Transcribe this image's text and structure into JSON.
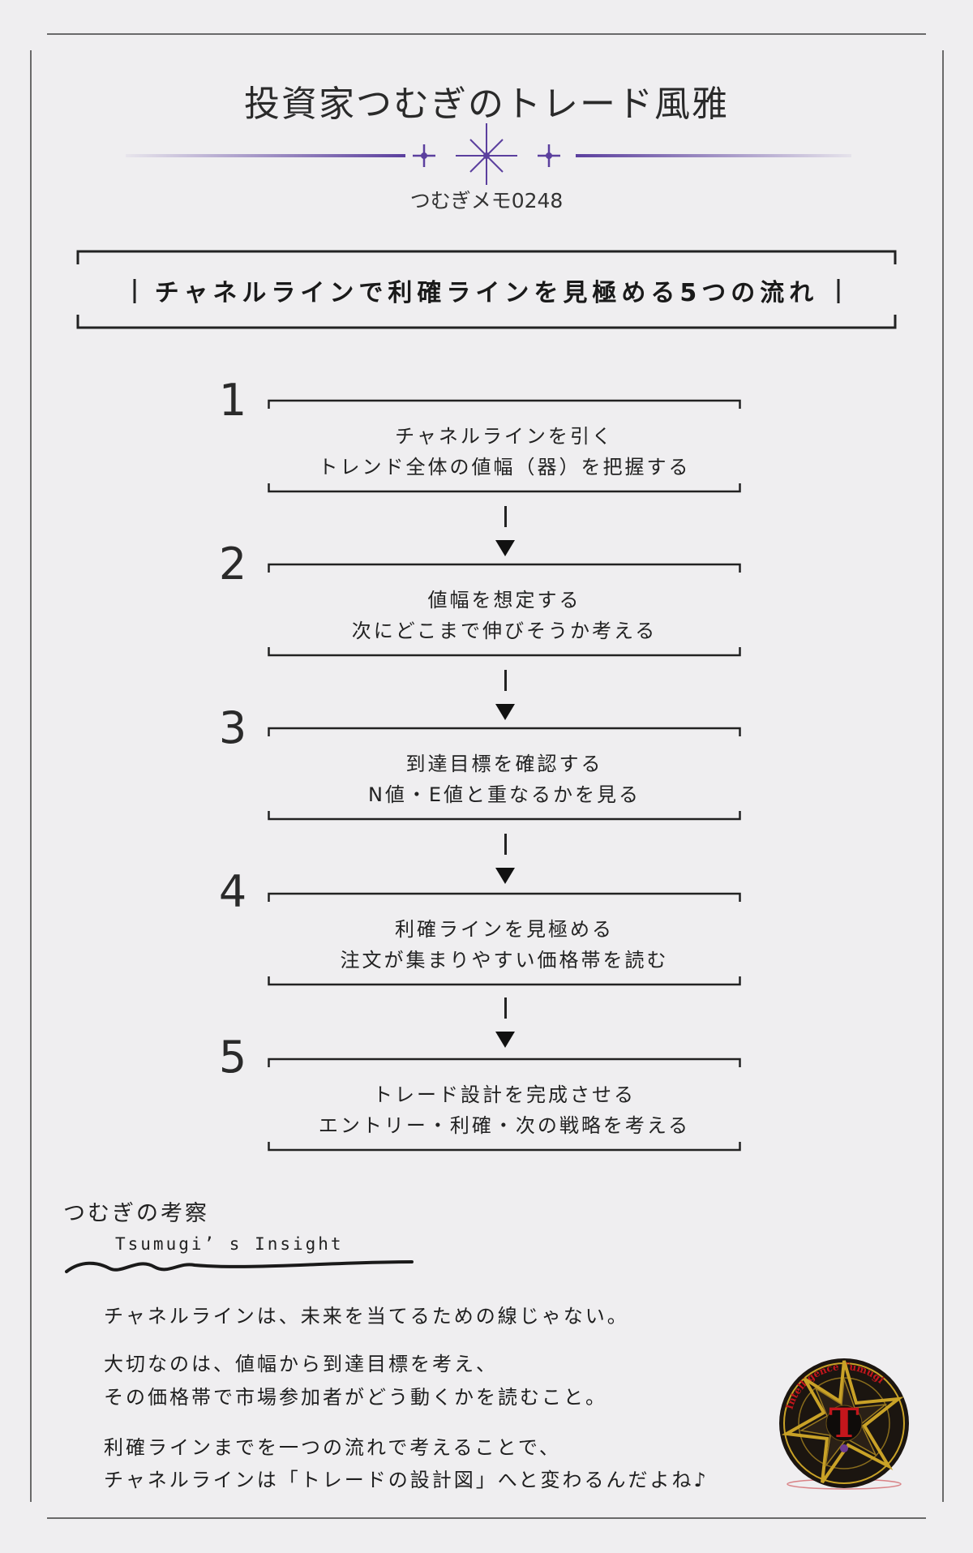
{
  "header": {
    "title": "投資家つむぎのトレード風雅",
    "memo": "つむぎメモ0248"
  },
  "banner": {
    "text": "チャネルラインで利確ラインを見極める5つの流れ"
  },
  "steps": [
    {
      "number": "1",
      "line1": "チャネルラインを引く",
      "line2": "トレンド全体の値幅（器）を把握する"
    },
    {
      "number": "2",
      "line1": "値幅を想定する",
      "line2": "次にどこまで伸びそうか考える"
    },
    {
      "number": "3",
      "line1": "到達目標を確認する",
      "line2": "N値・E値と重なるかを見る"
    },
    {
      "number": "4",
      "line1": "利確ラインを見極める",
      "line2": "注文が集まりやすい価格帯を読む"
    },
    {
      "number": "5",
      "line1": "トレード設計を完成させる",
      "line2": "エントリー・利確・次の戦略を考える"
    }
  ],
  "insight": {
    "title": "つむぎの考察",
    "subtitle": "Tsumugi’ s Insight",
    "p1": "チャネルラインは、未来を当てるための線じゃない。",
    "p2a": "大切なのは、値幅から到達目標を考え、",
    "p2b": "その価格帯で市場参加者がどう動くかを読むこと。",
    "p3a": "利確ラインまでを一つの流れで考えることで、",
    "p3b": "チャネルラインは「トレードの設計図」へと変わるんだよね♪"
  },
  "logo": {
    "letter": "T",
    "ring_text": "Intelligence Tumugi"
  },
  "colors": {
    "accent": "#5b3f9e",
    "logo_red": "#c4161c",
    "logo_gold": "#c9a227"
  }
}
